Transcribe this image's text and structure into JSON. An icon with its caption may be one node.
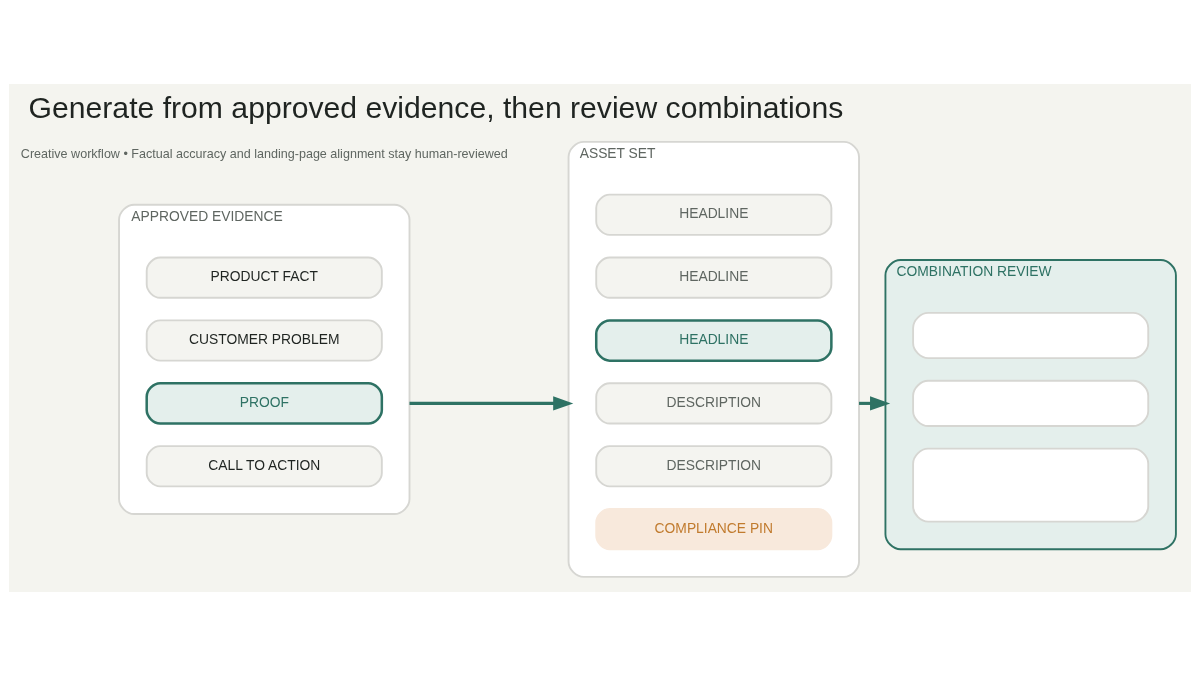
{
  "diagram": {
    "title": "Generate from approved evidence, then review combinations",
    "caption": "Creative workflow • Factual accuracy and landing-page alignment stay human-reviewed",
    "nodes": [
      {
        "text": [
          "APPROVED EVIDENCE"
        ]
      },
      {
        "text": [
          "PRODUCT FACT"
        ],
        "in": 0
      },
      {
        "text": [
          "CUSTOMER PROBLEM"
        ],
        "in": 0
      },
      {
        "text": [
          "PROOF"
        ],
        "in": 0
      },
      {
        "text": [
          "CALL TO ACTION"
        ],
        "in": 0
      },
      {
        "text": [
          "ASSET SET"
        ]
      },
      {
        "text": [
          "HEADLINE"
        ],
        "in": 5
      },
      {
        "text": [
          "HEADLINE"
        ],
        "in": 5
      },
      {
        "text": [
          "HEADLINE"
        ],
        "in": 5
      },
      {
        "text": [
          "DESCRIPTION"
        ],
        "in": 5
      },
      {
        "text": [
          "DESCRIPTION"
        ],
        "in": 5
      },
      {
        "text": [
          "COMPLIANCE PIN"
        ],
        "in": 5
      },
      {
        "text": [
          "COMBINATION REVIEW"
        ]
      },
      {
        "text": [],
        "shape": "box",
        "in": 12
      },
      {
        "text": [],
        "shape": "box",
        "in": 12
      },
      {
        "text": [],
        "shape": "box",
        "in": 12
      }
    ],
    "edges": [
      {
        "from": 0,
        "to": 5,
        "arrow": "to"
      },
      {
        "from": 5,
        "to": 12,
        "arrow": "to"
      }
    ]
  }
}
